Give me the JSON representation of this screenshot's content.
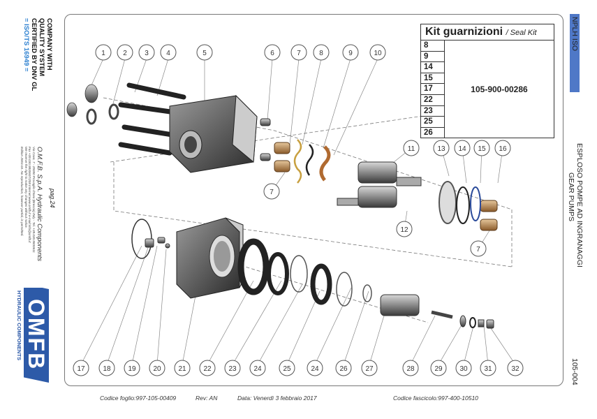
{
  "left": {
    "cert_lines": [
      "COMPANY WITH",
      "QUALITY SYSTEM",
      "CERTIFIED BY DNV GL"
    ],
    "cert_iso": "= ISO/TS 16949 =",
    "page": "pag.24",
    "company": "O.M.F.B. S.p.A. Hydraulic Components",
    "fine_lines": [
      "Via Cave, 7 - 25050 Provaglio d'Iseo (Brescia) Italy - Tel. +39.030.9830611",
      "Fax +39.030.9830607/208 Internet:www.omfb.it e-mail:info@omfb.it",
      "We reserve the right to make any changes without notice.",
      "Edition 2003.03. No reproduction, however partial, is permitted."
    ],
    "logo_text": "OMFB",
    "logo_sub": "HYDRAULIC COMPONENTS"
  },
  "kit": {
    "title": "Kit guarnizioni",
    "subtitle": "/ Seal Kit",
    "items": [
      "8",
      "9",
      "14",
      "15",
      "17",
      "22",
      "23",
      "25",
      "26"
    ],
    "code": "105-900-00286"
  },
  "right": {
    "code": "NPLH ISO",
    "title_it": "ESPLOSO POMPE AD INGRANAGGI",
    "title_en": "GEAR PUMPS",
    "number": "105-004"
  },
  "footer": {
    "sheet": "Codice foglio:997-105-00409",
    "rev": "Rev: AN",
    "date": "Data: Venerdì 3 febbraio 2017",
    "file": "Codice fascicolo:997-400-10510"
  },
  "callouts_top": [
    "1",
    "2",
    "3",
    "4",
    "5",
    "6",
    "7",
    "8",
    "9",
    "10"
  ],
  "callouts_mid": [
    "11",
    "13",
    "14",
    "15",
    "16",
    "12",
    "7",
    "7"
  ],
  "callouts_bottom": [
    "17",
    "18",
    "19",
    "20",
    "21",
    "22",
    "23",
    "24",
    "25",
    "24",
    "26",
    "27",
    "28",
    "29",
    "30",
    "31",
    "32"
  ],
  "colors": {
    "frame": "#777777",
    "accent": "#4f78c7",
    "iso": "#2a7fd0",
    "logo": "#2d5aa8"
  }
}
